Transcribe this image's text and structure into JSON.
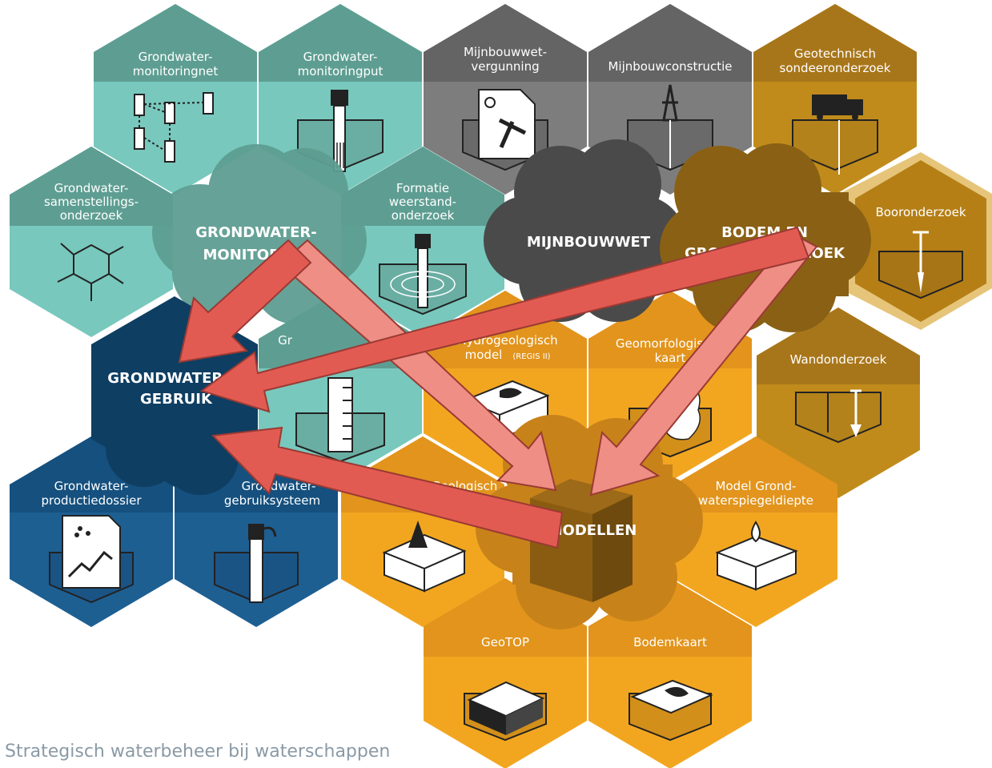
{
  "hexagons": {
    "gw_monitoringnet": {
      "line1": "Grondwater-",
      "line2": "monitoringnet"
    },
    "gw_monitoringput": {
      "line1": "Grondwater-",
      "line2": "monitoringput"
    },
    "mijnbouwwet_vergunning": {
      "line1": "Mijnbouwwet-",
      "line2": "vergunning"
    },
    "mijnbouwconstructie": {
      "line1": "Mijnbouwconstructie"
    },
    "geotechnisch": {
      "line1": "Geotechnisch",
      "line2": "sondeeronderzoek"
    },
    "gw_samenstelling": {
      "line1": "Grondwater-",
      "line2": "samenstellings-",
      "line3": "onderzoek"
    },
    "formatie": {
      "line1": "Formatie",
      "line2": "weerstand-",
      "line3": "onderzoek"
    },
    "booronderzoek": {
      "line1": "Booronderzoek"
    },
    "gw_niveau": {
      "line1": "Gr"
    },
    "hydrogeologisch": {
      "line1": "Hydrogeologisch",
      "line2": "model",
      "line2b": "(REGIS II)"
    },
    "geomorfologische": {
      "line1": "Geomorfologische",
      "line2": "kaart"
    },
    "wandonderzoek": {
      "line1": "Wandonderzoek"
    },
    "gw_productiedossier": {
      "line1": "Grondwater-",
      "line2": "productiedossier"
    },
    "gw_gebruiksysteem": {
      "line1": "Grondwater-",
      "line2": "gebruiksysteem"
    },
    "geologisch": {
      "line1": "Geologisch"
    },
    "model_gws": {
      "line1": "Model Grond-",
      "line2": "waterspiegeldiepte"
    },
    "geotop": {
      "line1": "GeoTOP"
    },
    "bodemkaart": {
      "line1": "Bodemkaart"
    }
  },
  "clouds": {
    "grondwatermonitoring": {
      "line1": "GRONDWATER-",
      "line2": "MONITORING"
    },
    "mijnbouwwet": {
      "line1": "MIJNBOUWWET"
    },
    "bodem": {
      "line1": "BODEM EN",
      "line2": "GRONDONDERZOEK"
    },
    "grondwatergebruik": {
      "line1": "GRONDWATER-",
      "line2": "GEBRUIK"
    },
    "modellen": {
      "line1": "MODELLEN"
    }
  },
  "caption": "Strategisch waterbeheer bij waterschappen",
  "colors": {
    "teal": "#78c8bd",
    "teal_header": "#5e9e92",
    "gray": "#7d7d7d",
    "gray_header": "#646464",
    "gold": "#c08b1b",
    "gold_header": "#a8761a",
    "orange": "#f2a620",
    "orange_header": "#e2941c",
    "blue": "#1e5f92",
    "blue_header": "#15507e",
    "arrow": "#e25b52",
    "arrow_light": "#ee8e85"
  }
}
